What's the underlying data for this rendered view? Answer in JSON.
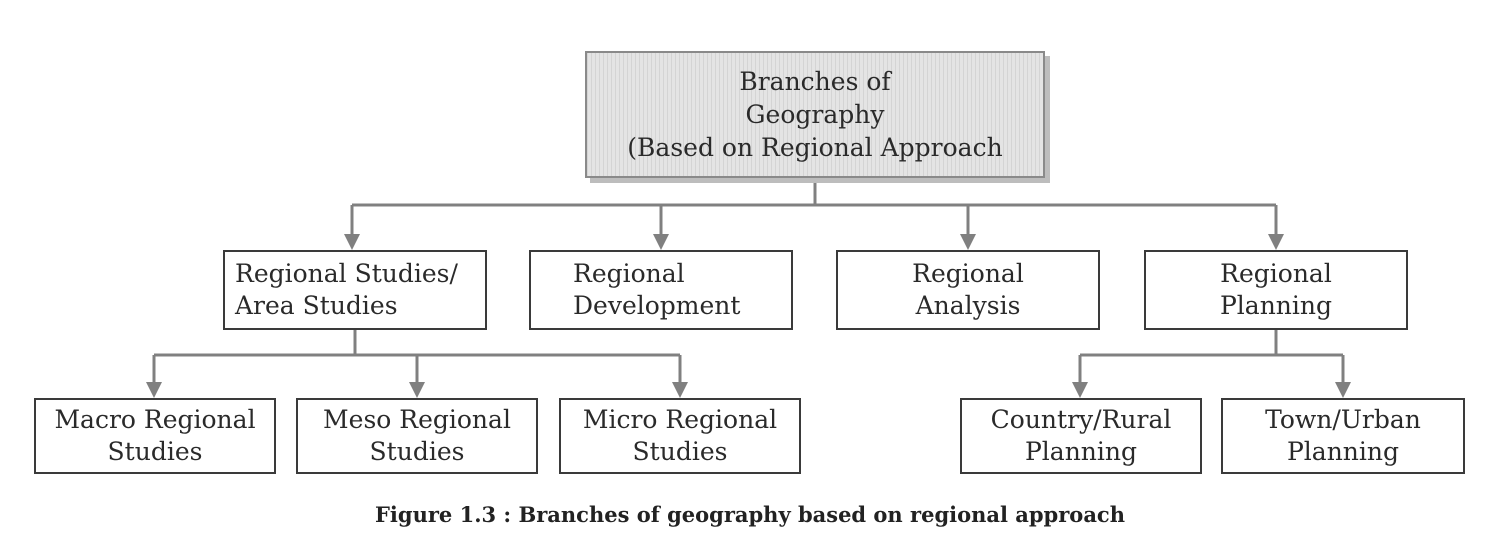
{
  "root": {
    "lines": [
      "Branches of",
      "Geography",
      "(Based on Regional Approach"
    ]
  },
  "level1": [
    {
      "lines": [
        "Regional Studies/",
        "Area Studies"
      ]
    },
    {
      "lines": [
        "Regional",
        "Development"
      ]
    },
    {
      "lines": [
        "Regional",
        "Analysis"
      ]
    },
    {
      "lines": [
        "Regional",
        "Planning"
      ]
    }
  ],
  "level2": [
    {
      "lines": [
        "Macro Regional",
        "Studies"
      ]
    },
    {
      "lines": [
        "Meso Regional",
        "Studies"
      ]
    },
    {
      "lines": [
        "Micro Regional",
        "Studies"
      ]
    },
    {
      "lines": [
        "Country/Rural",
        "Planning"
      ]
    },
    {
      "lines": [
        "Town/Urban",
        "Planning"
      ]
    }
  ],
  "caption": "Figure 1.3 : Branches of geography based on regional approach",
  "colors": {
    "line": "#808080",
    "border": "#3a3a3a",
    "root_fill": "#e4e4e4"
  }
}
